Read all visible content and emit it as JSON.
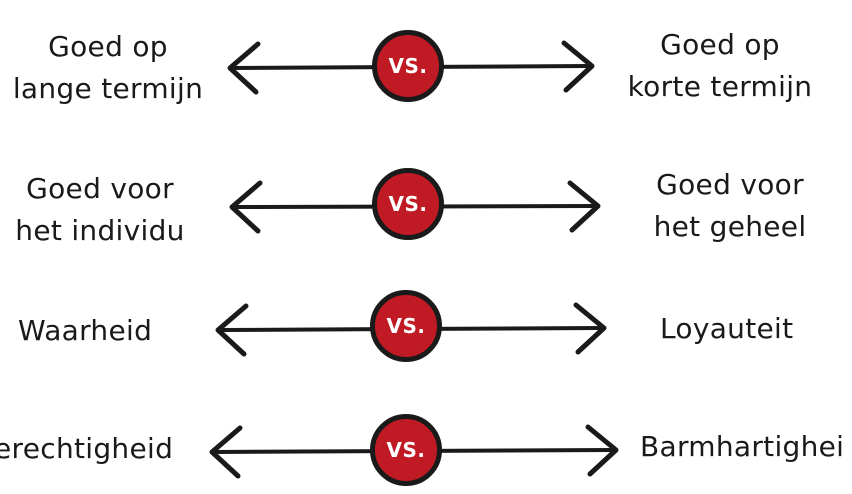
{
  "colors": {
    "badge_fill": "#c01a24",
    "ink": "#1a1a1a",
    "badge_text": "#ffffff"
  },
  "rows": [
    {
      "left": {
        "line1": "Goed op",
        "line2": "lange termijn"
      },
      "vs": "VS.",
      "right": {
        "line1": "Goed op",
        "line2": "korte termijn"
      }
    },
    {
      "left": {
        "line1": "Goed voor",
        "line2": "het individu"
      },
      "vs": "VS.",
      "right": {
        "line1": "Goed voor",
        "line2": "het geheel"
      }
    },
    {
      "left": {
        "line1": "Waarheid"
      },
      "vs": "VS.",
      "right": {
        "line1": "Loyauteit"
      }
    },
    {
      "left": {
        "line1": "erechtigheid"
      },
      "vs": "VS.",
      "right": {
        "line1": "Barmhartighei"
      }
    }
  ]
}
